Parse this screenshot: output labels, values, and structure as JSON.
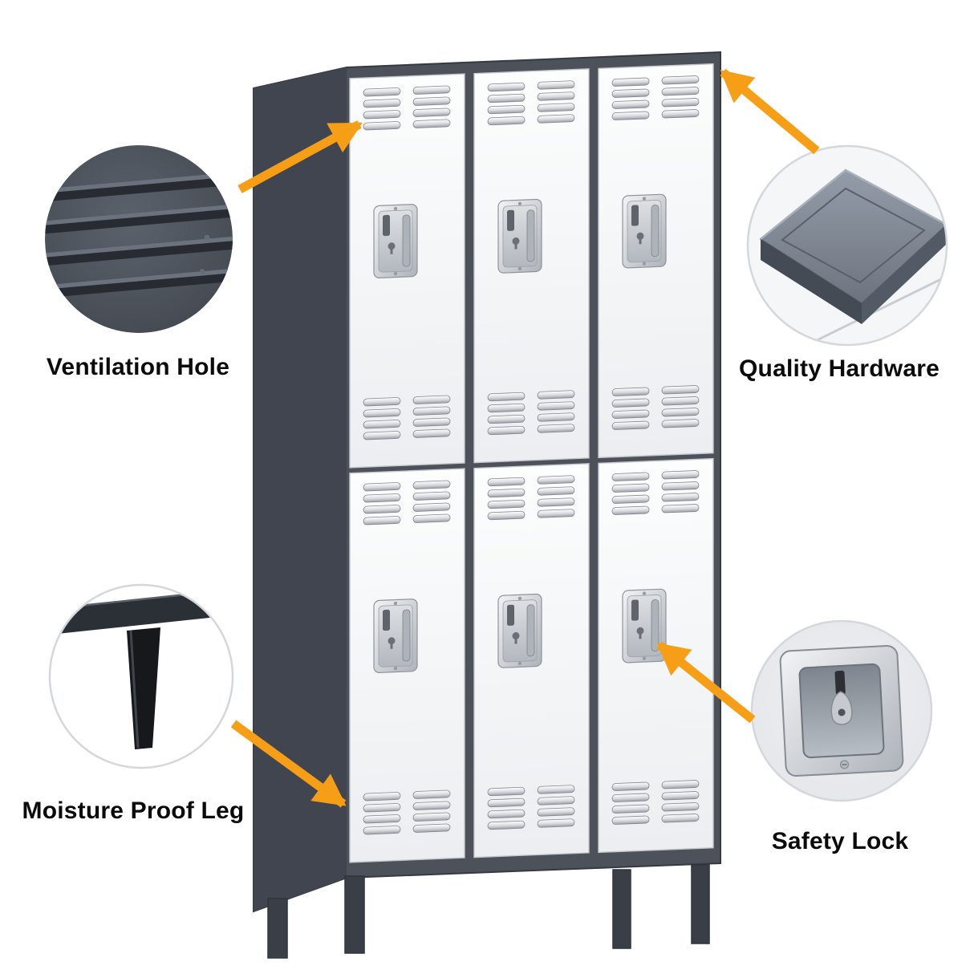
{
  "image": {
    "title": "Metal locker product feature callout diagram",
    "background": "#ffffff"
  },
  "callouts": {
    "ventilation": {
      "label": "Ventilation Hole"
    },
    "hardware": {
      "label": "Quality Hardware"
    },
    "leg": {
      "label": "Moisture Proof Leg"
    },
    "lock": {
      "label": "Safety Lock"
    }
  },
  "locker": {
    "columns": 3,
    "doors_per_column": 2,
    "total_doors": 6
  },
  "colors": {
    "arrow_accent": "#f79e17",
    "cabinet_frame": "#4c515a",
    "cabinet_side": "#404550",
    "door_face": "#f6f7f9",
    "metal_silver": "#b9bdc3",
    "label_text": "#0b0b0b"
  }
}
